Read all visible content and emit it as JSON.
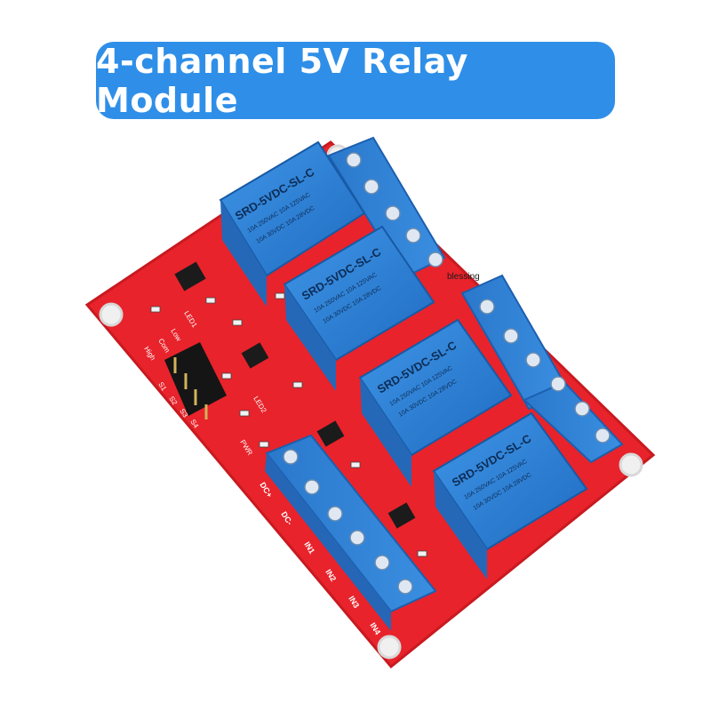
{
  "banner": {
    "title": "4-channel 5V Relay Module"
  },
  "watermark": "blessing",
  "relays": [
    {
      "model": "SRD-5VDC-SL-C",
      "rating_1": "10A 250VAC  10A 125VAC",
      "rating_2": "10A 30VDC  10A 28VDC"
    },
    {
      "model": "SRD-5VDC-SL-C",
      "rating_1": "10A 250VAC  10A 125VAC",
      "rating_2": "10A 30VDC  10A 28VDC"
    },
    {
      "model": "SRD-5VDC-SL-C",
      "rating_1": "10A 250VAC  10A 125VAC",
      "rating_2": "10A 30VDC  10A 28VDC"
    },
    {
      "model": "SRD-5VDC-SL-C",
      "rating_1": "10A 250VAC  10A 125VAC",
      "rating_2": "10A 30VDC  10A 28VDC"
    }
  ],
  "pins": [
    "DC+",
    "DC-",
    "IN1",
    "IN2",
    "IN3",
    "IN4"
  ],
  "jumpers": [
    "S1",
    "S2",
    "S3",
    "S4"
  ],
  "labels": {
    "high": "High",
    "low": "Low",
    "com": "Com",
    "pwr": "PWR",
    "led1": "LED1",
    "led2": "LED2"
  },
  "colors": {
    "banner": "#2f8fe8",
    "pcb": "#e8232b",
    "relay": "#2a7fd4",
    "terminal": "#2f7fd0"
  }
}
